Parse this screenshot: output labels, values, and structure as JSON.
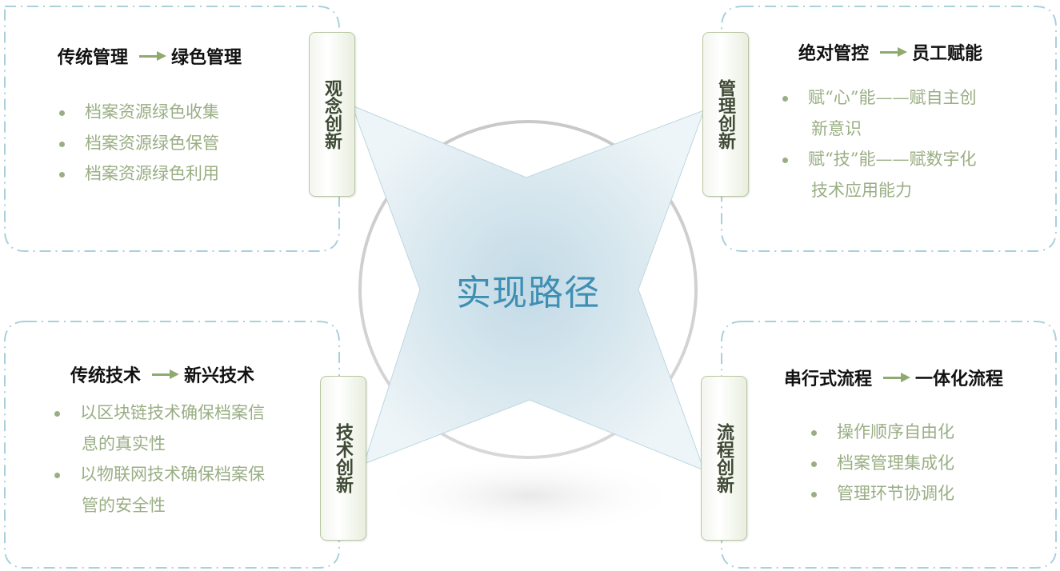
{
  "center": {
    "title": "实现路径"
  },
  "panels": {
    "top_left": {
      "from": "传统管理",
      "to": "绿色管理",
      "tab": "观念创新",
      "items": [
        "档案资源绿色收集",
        "档案资源绿色保管",
        "档案资源绿色利用"
      ]
    },
    "top_right": {
      "from": "绝对管控",
      "to": "员工赋能",
      "tab": "管理创新",
      "items": [
        "赋“心”能——赋自主创",
        "新意识",
        "赋“技”能——赋数字化",
        "技术应用能力"
      ]
    },
    "bottom_left": {
      "from": "传统技术",
      "to": "新兴技术",
      "tab": "技术创新",
      "items": [
        "以区块链技术确保档案信",
        "息的真实性",
        "以物联网技术确保档案保",
        "管的安全性"
      ]
    },
    "bottom_right": {
      "from": "串行式流程",
      "to": "一体化流程",
      "tab": "流程创新",
      "items": [
        "操作顺序自由化",
        "档案管理集成化",
        "管理环节协调化"
      ]
    }
  },
  "colors": {
    "accent": "#3f8fb3",
    "item_text": "#9aae84",
    "arrow": "#8faa6e",
    "border": "#a9d0db"
  }
}
